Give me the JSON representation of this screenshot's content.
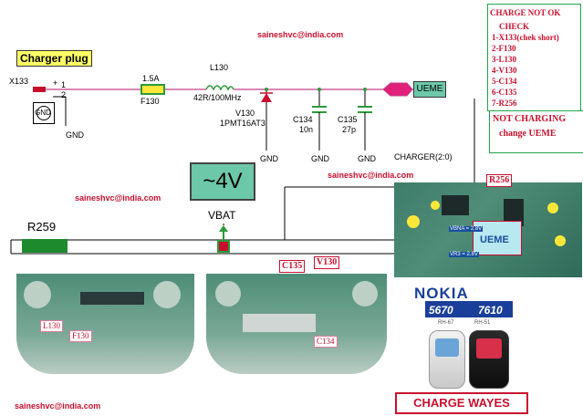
{
  "emails": {
    "top": "saineshvc@india.com",
    "mid": "saineshvc@india.com",
    "left": "saineshvc@india.com",
    "bottom": "saineshvc@india.com"
  },
  "schematic": {
    "charger_plug_label": "Charger plug",
    "x133": "X133",
    "pin1": "1",
    "pin_plus": "+",
    "pin2": "2",
    "gnd_left": "GND",
    "gnd_below": "GND",
    "fuse_rating": "1.5A",
    "fuse_ref": "F130",
    "inductor_ref": "L130",
    "inductor_value": "42R/100MHz",
    "diode_ref": "V130",
    "diode_part": "1PMT16AT3",
    "gnd_diode": "GND",
    "c134_ref": "C134",
    "c134_value": "10n",
    "gnd_c134": "GND",
    "c135_ref": "C135",
    "c135_value": "27p",
    "gnd_c135": "GND",
    "ueme": "UEME",
    "charger_net": "CHARGER(2:0)",
    "voltage": "~4V",
    "vbat": "VBAT",
    "r259": "R259",
    "r256": "R256"
  },
  "check_box": {
    "title": "CHARGE NOT OK",
    "subtitle": "CHECK",
    "items": [
      "1-X133(chek short)",
      "2-F130",
      "3-L130",
      "4-V130",
      "5-C134",
      "6-C135",
      "7-R256"
    ]
  },
  "not_charging": {
    "title": "NOT CHARGING",
    "action": "change UEME"
  },
  "photo_labels": {
    "l130": "L130",
    "f130": "F130",
    "c135": "C135",
    "v130": "V130",
    "c134": "C134",
    "ueme": "UEME",
    "vbna": "VBNA = 2.8V",
    "vr3": "VR3 = 2.8V"
  },
  "brand": {
    "name": "NOKIA",
    "model_a": "5670",
    "model_b": "7610",
    "battery_a": "RH-67",
    "battery_b": "RH-51"
  },
  "charge_ways": "CHARGE WAYES",
  "colors": {
    "wire": "#c0408a",
    "accent_red": "#c8102e",
    "box_green": "#22a34a",
    "teal": "#6cc8a8",
    "pcb": "#3e7d6a"
  }
}
